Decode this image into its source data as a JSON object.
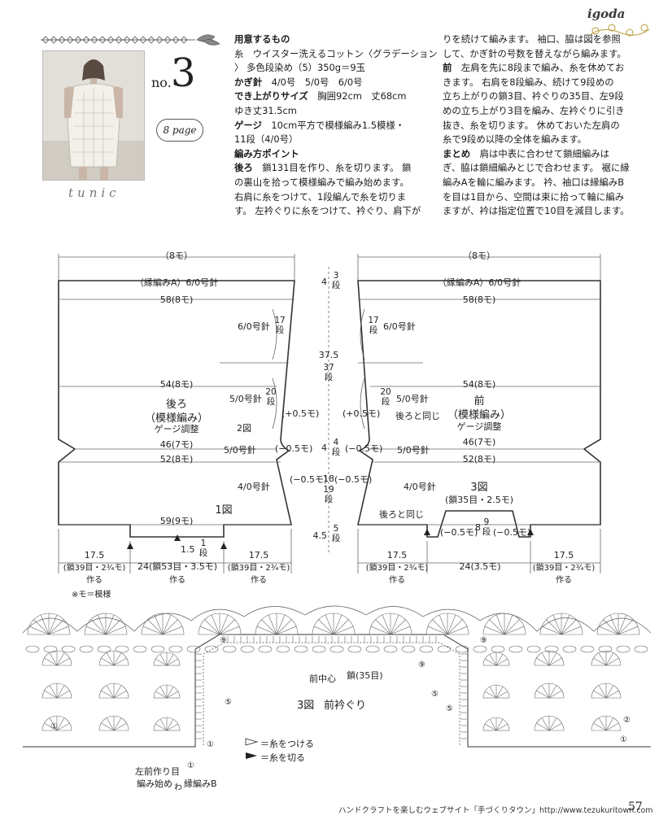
{
  "header": {
    "brand": "igoda",
    "number_label": "no.",
    "number_value": "3",
    "page_ref": "8 page",
    "garment_word": "tunic"
  },
  "instructions": {
    "col1": [
      {
        "text": "用意するもの",
        "bold": true
      },
      {
        "text": "糸　ウイスター洗えるコットン〈グラデーション",
        "bold": false
      },
      {
        "text": "〉 多色段染め（5）350g＝9玉",
        "bold": false
      },
      {
        "text": "かぎ針　4/0号　5/0号　6/0号",
        "bold": false,
        "lead": "かぎ針"
      },
      {
        "text": "でき上がりサイズ　胸囲92cm　丈68cm",
        "bold": false,
        "lead": "でき上がりサイズ"
      },
      {
        "text": "ゆき丈31.5cm",
        "bold": false
      },
      {
        "text": "ゲージ　10cm平方で模様編み1.5模様・",
        "bold": false,
        "lead": "ゲージ"
      },
      {
        "text": "11段（4/0号）",
        "bold": false
      },
      {
        "text": "編み方ポイント",
        "bold": true
      },
      {
        "text": "後ろ　鎖131目を作り、糸を切ります。 鎖",
        "bold": false,
        "lead": "後ろ"
      },
      {
        "text": "の裏山を拾って模様編みで編み始めます。",
        "bold": false
      },
      {
        "text": "右肩に糸をつけて、1段編んで糸を切りま",
        "bold": false
      },
      {
        "text": "す。 左衿ぐりに糸をつけて、衿ぐり、肩下が",
        "bold": false
      }
    ],
    "col2": [
      {
        "text": "りを続けて編みます。 袖口、脇は図を参照",
        "lead": ""
      },
      {
        "text": "して、かぎ針の号数を替えながら編みます。",
        "lead": ""
      },
      {
        "text": "前　左肩を先に8段まで編み、糸を休めてお",
        "lead": "前"
      },
      {
        "text": "きます。 右肩を8段編み、続けて9段めの",
        "lead": ""
      },
      {
        "text": "立ち上がりの鎖3目、衿ぐりの35目、左9段",
        "lead": ""
      },
      {
        "text": "めの立ち上がり3目を編み、左衿ぐりに引き",
        "lead": ""
      },
      {
        "text": "抜き、糸を切ります。 休めておいた左肩の",
        "lead": ""
      },
      {
        "text": "糸で9段め以降の全体を編みます。",
        "lead": ""
      },
      {
        "text": "まとめ　肩は中表に合わせて鎖細編みは",
        "lead": "まとめ"
      },
      {
        "text": "ぎ、脇は鎖細編みとじで合わせます。 裾に縁",
        "lead": ""
      },
      {
        "text": "編みAを輪に編みます。 衿、袖口は縁編みB",
        "lead": ""
      },
      {
        "text": "を目は1目から、空間は束に拾って輪に編み",
        "lead": ""
      },
      {
        "text": "ますが、衿は指定位置で10目を減目します。",
        "lead": ""
      }
    ]
  },
  "schematic": {
    "back": {
      "top_width": "（8モ）",
      "border": "（縁編みA）6/0号針",
      "row58": "58(8モ)",
      "row54": "54(8モ)",
      "title": "後ろ",
      "pattern": "（模様編み）",
      "gauge": "ゲージ調整",
      "fig2": "2図",
      "row46": "46(7モ)",
      "row52": "52(8モ)",
      "fig1": "1図",
      "row59": "59(9モ)",
      "needle_60": "6/0号針",
      "needle_50a": "5/0号針",
      "needle_50b": "5/0号針",
      "needle_40": "4/0号針",
      "rows17": [
        "17",
        "段"
      ],
      "rows20": [
        "20",
        "段"
      ],
      "inc05": "(+0.5モ)",
      "dec05a": "(−0.5モ)",
      "dec05b": "(−0.5モ)",
      "neck_dim": "1.5",
      "neck_rows": [
        "1",
        "段"
      ],
      "bottom_left": [
        "17.5",
        "(鎖39目・2¾モ)",
        "作る"
      ],
      "bottom_mid": [
        "24(鎖53目・3.5モ)",
        "作る"
      ],
      "bottom_right": [
        "17.5",
        "(鎖39目・2¾モ)",
        "作る"
      ],
      "note": "※モ＝模様"
    },
    "center": {
      "v4a": "4",
      "v3": [
        "3",
        "段"
      ],
      "v375": "37.5",
      "v37": [
        "37",
        "段"
      ],
      "v4b": "4",
      "v4rows": [
        "4",
        "段"
      ],
      "v18": "18",
      "v19": [
        "19",
        "段"
      ],
      "v45": "4.5",
      "v5": [
        "5",
        "段"
      ],
      "dec05": "(−0.5モ)"
    },
    "front": {
      "top_width": "（8モ）",
      "border": "（縁編みA）6/0号針",
      "row58": "58(8モ)",
      "row54": "54(8モ)",
      "title": "前",
      "pattern": "（模様編み）",
      "gauge": "ゲージ調整",
      "row46": "46(7モ)",
      "row52": "52(8モ)",
      "fig3": "3図",
      "neck": "(鎖35目・2.5モ)",
      "needle_60": "6/0号針",
      "needle_50a": "5/0号針",
      "needle_50b": "5/0号針",
      "needle_40": "4/0号針",
      "rows17": [
        "17",
        "段"
      ],
      "rows20": [
        "20",
        "段"
      ],
      "inc05": "(+0.5モ)",
      "same_back1": "後ろと同じ",
      "same_back2": "後ろと同じ",
      "dec05a": "(−0.5モ)",
      "dec05b": "(−0.5モ)",
      "dec05c": "(−0.5モ)",
      "n8": "8",
      "n9": [
        "9",
        "段"
      ],
      "bottom_left": [
        "17.5",
        "(鎖39目・2¾モ)",
        "作る"
      ],
      "bottom_mid": "24(3.5モ)",
      "bottom_right": [
        "17.5",
        "(鎖39目・2¾モ)",
        "作る"
      ]
    }
  },
  "chart": {
    "fig_label": "3図",
    "title": "前衿ぐり",
    "center_front": "前中心",
    "chain35": "鎖(35目)",
    "legend_attach": "＝糸をつける",
    "legend_cut": "＝糸を切る",
    "start_note1": "左前作り目",
    "start_note2": "編み始め",
    "border_b": "縁編みB",
    "border_b_prefix": "わ",
    "markers": [
      "①",
      "⑤",
      "⑨",
      "⑤",
      "①",
      "⑨",
      "⑤",
      "②",
      "①",
      "①",
      "⑨"
    ]
  },
  "footer": {
    "site": "ハンドクラフトを楽しむウェブサイト「手づくりタウン」http://www.tezukuritown.com",
    "page_number": "57"
  },
  "colors": {
    "ink": "#1c1c1c",
    "line": "#444444",
    "paper": "#ffffff"
  }
}
